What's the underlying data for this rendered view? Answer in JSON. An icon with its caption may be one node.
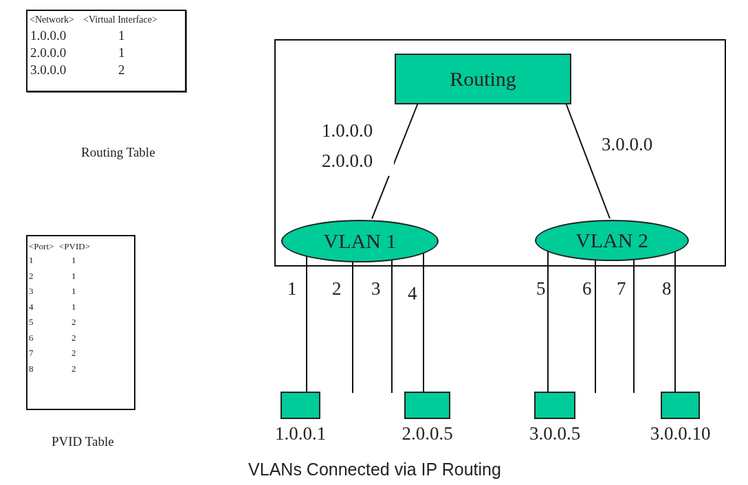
{
  "diagram": {
    "caption": "VLANs Connected via IP Routing",
    "nodes": [
      {
        "text": [],
        "shape": "box"
      },
      {
        "text": [
          "Routing"
        ],
        "in": 0
      },
      {
        "text": [
          "VLAN 1"
        ],
        "in": 0
      },
      {
        "text": [
          "VLAN 2"
        ],
        "in": 0
      },
      {
        "text": [
          "1.0.0.1"
        ]
      },
      {
        "text": [
          "2.0.0.5"
        ]
      },
      {
        "text": [
          "3.0.0.5"
        ]
      },
      {
        "text": [
          "3.0.0.10"
        ]
      }
    ],
    "edges": [
      {
        "from": 1,
        "to": 2,
        "arrow": "none",
        "label": "1.0.0.0 2.0.0.0"
      },
      {
        "from": 1,
        "to": 3,
        "arrow": "none",
        "label": "3.0.0.0"
      },
      {
        "from": 2,
        "to": 4,
        "arrow": "none",
        "label": "1"
      },
      {
        "from": 2,
        "to": null,
        "arrow": "none",
        "label": "2"
      },
      {
        "from": 2,
        "to": null,
        "arrow": "none",
        "label": "3"
      },
      {
        "from": 2,
        "to": 5,
        "arrow": "none",
        "label": "4"
      },
      {
        "from": 3,
        "to": 6,
        "arrow": "none",
        "label": "5"
      },
      {
        "from": 3,
        "to": null,
        "arrow": "none",
        "label": "6"
      },
      {
        "from": 3,
        "to": null,
        "arrow": "none",
        "label": "7"
      },
      {
        "from": 3,
        "to": 7,
        "arrow": "none",
        "label": "8"
      }
    ],
    "labels": [
      "<Network>",
      "<Virtual Interface>",
      "1.0.0.0",
      "1",
      "2.0.0.0",
      "1",
      "3.0.0.0",
      "2",
      "Routing Table",
      "<Port>",
      "<PVID>",
      "1",
      "1",
      "2",
      "1",
      "3",
      "1",
      "4",
      "1",
      "5",
      "2",
      "6",
      "2",
      "7",
      "2",
      "8",
      "2",
      "PVID Table"
    ]
  }
}
